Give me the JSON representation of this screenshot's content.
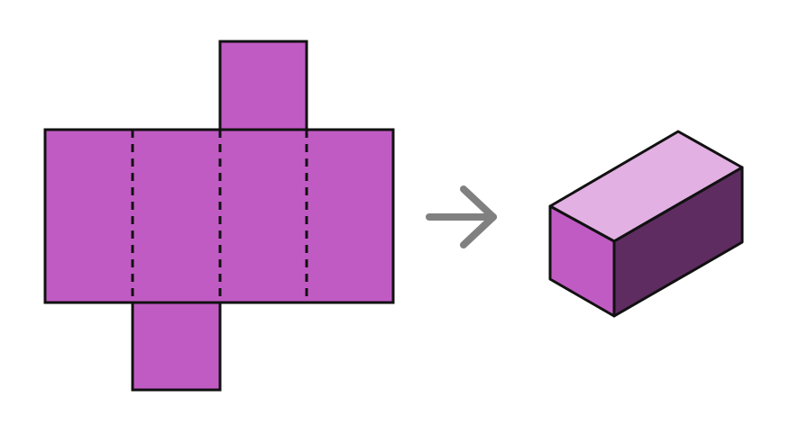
{
  "colors": {
    "background": "#ffffff",
    "net_face": "#c15bc4",
    "outline": "#111111",
    "arrow": "#808080",
    "box_top": "#e2b0e3",
    "box_front": "#c15bc4",
    "box_side": "#5e2c60"
  },
  "net": {
    "faces": [
      "top-flap",
      "face-1",
      "face-2",
      "face-3",
      "face-4",
      "bottom-flap"
    ],
    "fold_lines": "dashed"
  },
  "arrow": {
    "icon": "right-arrow-icon",
    "meaning": "folds into"
  },
  "solid": {
    "shape": "rectangular-prism",
    "visible_faces": [
      "top",
      "front",
      "side"
    ]
  }
}
